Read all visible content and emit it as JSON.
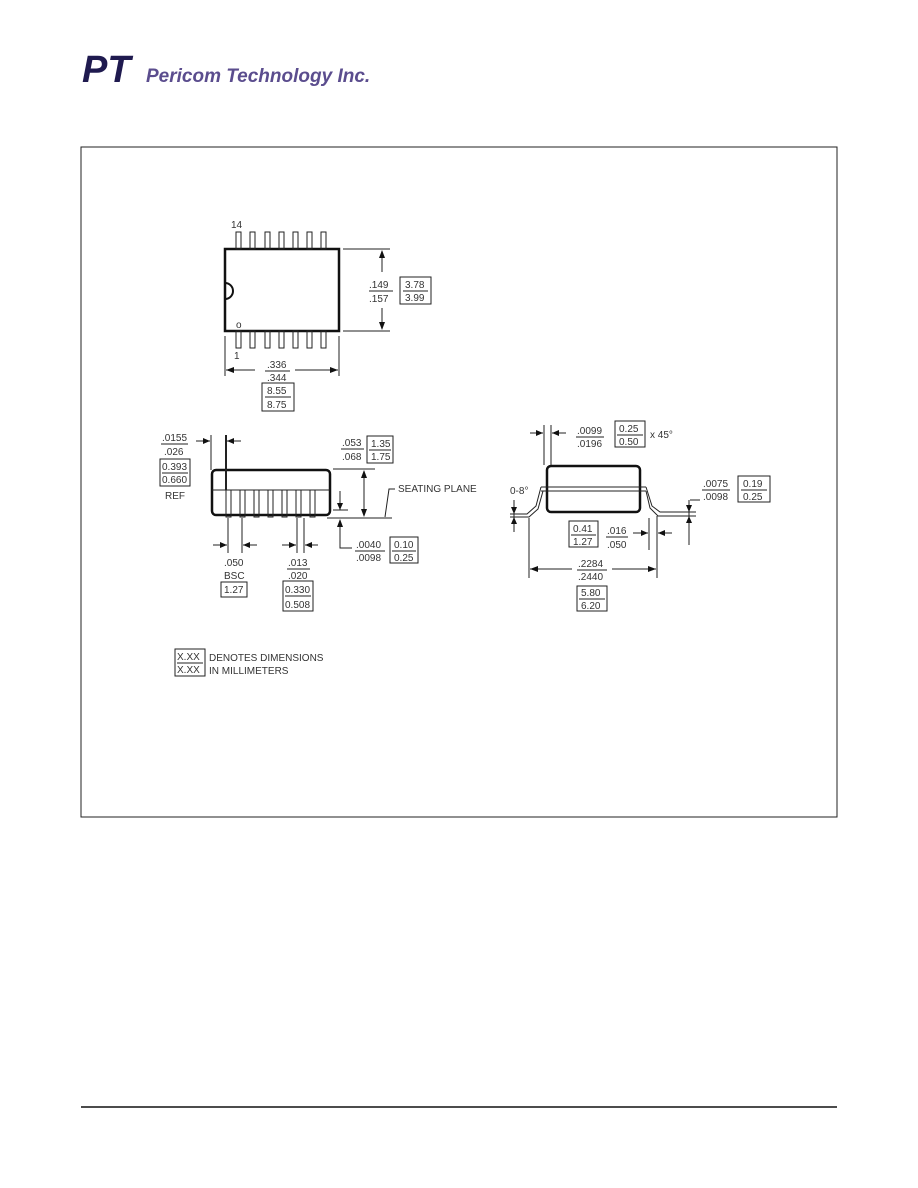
{
  "logo": {
    "mark": "PT",
    "company": "Pericom Technology Inc."
  },
  "top_view": {
    "pin_top_label": "14",
    "pin_one_label": "1",
    "pin_one_mark": "o",
    "width_in": [
      ".149",
      ".157"
    ],
    "width_mm": [
      "3.78",
      "3.99"
    ],
    "length_in": [
      ".336",
      ".344"
    ],
    "length_mm": [
      "8.55",
      "8.75"
    ]
  },
  "side_view": {
    "lead_offset_in": [
      ".0155",
      ".026"
    ],
    "lead_offset_mm": [
      "0.393",
      "0.660"
    ],
    "ref_label": "REF",
    "height_in": [
      ".053",
      ".068"
    ],
    "height_mm": [
      "1.35",
      "1.75"
    ],
    "seating_plane_label": "SEATING PLANE",
    "standoff_in": [
      ".0040",
      ".0098"
    ],
    "standoff_mm": [
      "0.10",
      "0.25"
    ],
    "pitch_in": ".050",
    "pitch_bsc": "BSC",
    "pitch_mm": "1.27",
    "lead_width_in": [
      ".013",
      ".020"
    ],
    "lead_width_mm": [
      "0.330",
      "0.508"
    ]
  },
  "end_view": {
    "chamfer_in": [
      ".0099",
      ".0196"
    ],
    "chamfer_mm": [
      "0.25",
      "0.50"
    ],
    "chamfer_angle": "x 45°",
    "lead_angle": "0-8°",
    "lead_thick_in": [
      ".0075",
      ".0098"
    ],
    "lead_thick_mm": [
      "0.19",
      "0.25"
    ],
    "foot_mm": [
      "0.41",
      "1.27"
    ],
    "foot_in": [
      ".016",
      ".050"
    ],
    "overall_in": [
      ".2284",
      ".2440"
    ],
    "overall_mm": [
      "5.80",
      "6.20"
    ]
  },
  "legend": {
    "sample": [
      "X.XX",
      "X.XX"
    ],
    "line1": "DENOTES DIMENSIONS",
    "line2": "IN MILLIMETERS"
  }
}
